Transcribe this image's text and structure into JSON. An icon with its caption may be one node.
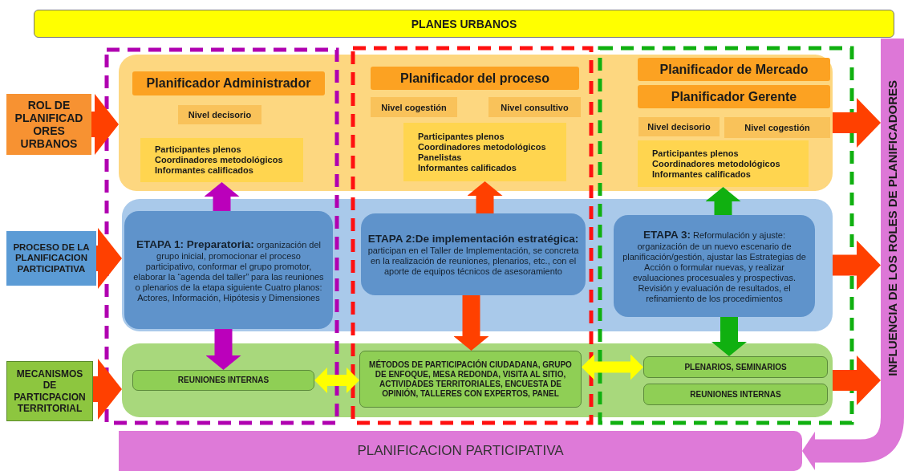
{
  "diagram": {
    "nodes": [
      {
        "text": [
          "PLANES URBANOS"
        ]
      },
      {
        "text": [
          "ROL DE PLANIFICAD ORES URBANOS"
        ]
      },
      {
        "text": [
          "PROCESO DE LA PLANIFICACION PARTICIPATIVA"
        ]
      },
      {
        "text": [
          "MECANISMOS DE PARTICPACION TERRITORIAL"
        ]
      },
      {
        "text": [],
        "shape": "box"
      },
      {
        "text": [],
        "shape": "box"
      },
      {
        "text": [],
        "shape": "box"
      },
      {
        "text": [
          "Planificador Administrador"
        ],
        "in": 4
      },
      {
        "text": [
          "Nivel decisorio"
        ],
        "in": 4
      },
      {
        "text": [
          "Participantes plenos",
          "Coordinadores metodológicos",
          "Informantes calificados"
        ],
        "in": 4
      },
      {
        "text": [
          "Planificador del proceso"
        ],
        "in": 4
      },
      {
        "text": [
          "Nivel cogestión"
        ],
        "in": 4
      },
      {
        "text": [
          "Nivel consultivo"
        ],
        "in": 4
      },
      {
        "text": [
          "Participantes plenos",
          "Coordinadores metodológicos",
          "Panelistas",
          "Informantes calificados"
        ],
        "in": 4
      },
      {
        "text": [
          "Planificador de Mercado"
        ],
        "in": 4
      },
      {
        "text": [
          "Planificador Gerente"
        ],
        "in": 4
      },
      {
        "text": [
          "Nivel decisorio"
        ],
        "in": 4
      },
      {
        "text": [
          "Nivel cogestión"
        ],
        "in": 4
      },
      {
        "text": [
          "Participantes plenos",
          "Coordinadores metodológicos",
          "Informantes calificados"
        ],
        "in": 4
      },
      {
        "text": [
          "**ETAPA 1: Preparatoria:** organización del grupo inicial, promocionar el proceso participativo, conformar el grupo promotor, elaborar la “agenda del taller” para las reuniones o plenarios de la etapa siguiente Cuatro planos: Actores, Información, Hipótesis y Dimensiones"
        ],
        "in": 5
      },
      {
        "text": [
          "**ETAPA 2:De implementación estratégica:** participan en el Taller de Implementación, se concreta en la realización de reuniones, plenarios, etc., con el aporte de equipos técnicos de asesoramiento"
        ],
        "in": 5
      },
      {
        "text": [
          "**ETAPA 3:** Reformulación y ajuste: organización de un nuevo escenario de planificación/gestión, ajustar las Estrategias de Acción o formular nuevas, y realizar evaluaciones procesuales y prospectivas. Revisión y evaluación de resultados, el refinamiento de los procedimientos"
        ],
        "in": 5
      },
      {
        "text": [
          "REUNIONES INTERNAS"
        ],
        "in": 6
      },
      {
        "text": [
          "MÉTODOS DE PARTICIPACIÓN CIUDADANA, GRUPO DE ENFOQUE, MESA REDONDA, VISITA AL SITIO, ACTIVIDADES TERRITORIALES, ENCUESTA DE OPINIÓN, TALLERES CON EXPERTOS, PANEL"
        ],
        "in": 6
      },
      {
        "text": [
          "PLENARIOS, SEMINARIOS"
        ],
        "in": 6
      },
      {
        "text": [
          "REUNIONES INTERNAS"
        ],
        "in": 6
      },
      {
        "text": [
          "INFLUENCIA DE LOS ROLES DE PLANIFICADORES"
        ]
      },
      {
        "text": [
          "PLANIFICACION PARTICIPATIVA"
        ]
      }
    ],
    "edges": [
      {
        "from": 1,
        "to": 4,
        "arrow": "to"
      },
      {
        "from": 2,
        "to": 5,
        "arrow": "to"
      },
      {
        "from": 3,
        "to": 6,
        "arrow": "to"
      },
      {
        "from": 19,
        "to": 9,
        "arrow": "to",
        "color": "#bb00bb"
      },
      {
        "from": 19,
        "to": 22,
        "arrow": "to",
        "color": "#bb00bb"
      },
      {
        "from": 20,
        "to": 13,
        "arrow": "to"
      },
      {
        "from": 20,
        "to": 23,
        "arrow": "to"
      },
      {
        "from": 21,
        "to": 18,
        "arrow": "to",
        "color": "#10b010"
      },
      {
        "from": 21,
        "to": 24,
        "arrow": "to",
        "color": "#10b010"
      },
      {
        "from": 22,
        "to": 23,
        "arrow": "both",
        "color": "#ffff00"
      },
      {
        "from": 23,
        "to": 24,
        "arrow": "both",
        "color": "#ffff00"
      },
      {
        "from": 4,
        "to": 26,
        "arrow": "to"
      },
      {
        "from": 5,
        "to": 26,
        "arrow": "to"
      },
      {
        "from": 6,
        "to": 26,
        "arrow": "to"
      },
      {
        "from": 26,
        "to": 27,
        "arrow": "to",
        "color": "#dd77d7"
      }
    ]
  }
}
